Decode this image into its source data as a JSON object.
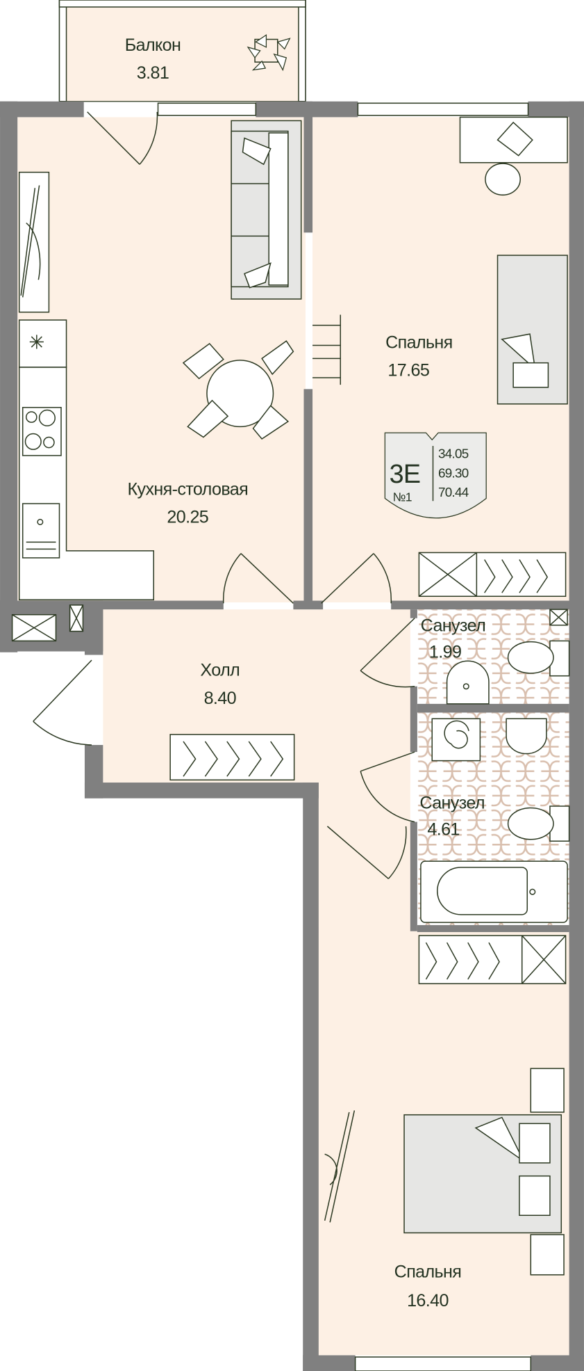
{
  "rooms": {
    "balcony": {
      "name": "Балкон",
      "area": "3.81"
    },
    "kitchen": {
      "name": "Кухня-столовая",
      "area": "20.25"
    },
    "bedroom1": {
      "name": "Спальня",
      "area": "17.65"
    },
    "hall": {
      "name": "Холл",
      "area": "8.40"
    },
    "bath1": {
      "name": "Санузел",
      "area": "1.99"
    },
    "bath2": {
      "name": "Санузел",
      "area": "4.61"
    },
    "bedroom2": {
      "name": "Спальня",
      "area": "16.40"
    }
  },
  "badge": {
    "type": "3E",
    "number": "№1",
    "living_area": "34.05",
    "area": "69.30",
    "total_area": "70.44"
  },
  "colors": {
    "room": "#fdf0e4",
    "wall": "#808080",
    "line": "#2d3a23",
    "tile": "#d9bfae"
  }
}
